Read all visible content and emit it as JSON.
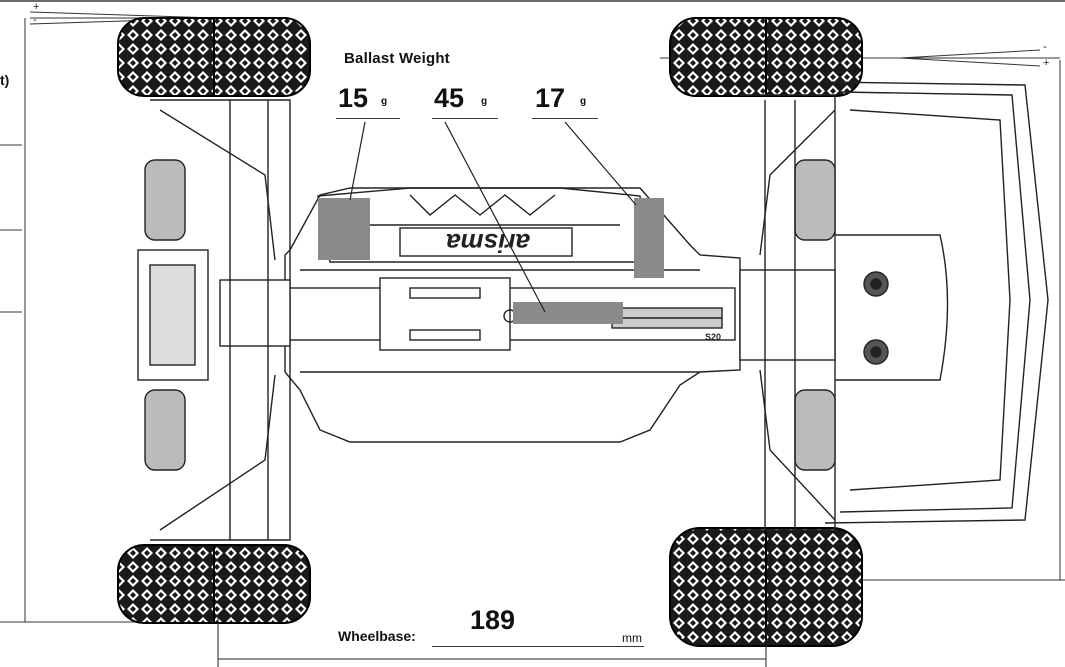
{
  "ballast": {
    "heading": "Ballast Weight",
    "weights": [
      {
        "value": "15",
        "unit": "g"
      },
      {
        "value": "45",
        "unit": "g"
      },
      {
        "value": "17",
        "unit": "g"
      }
    ]
  },
  "wheelbase": {
    "label": "Wheelbase:",
    "value": "189",
    "unit": "mm"
  },
  "left_edge_text": "t)",
  "camber_front_marks": {
    "plus": "+",
    "minus": "-"
  },
  "camber_rear_marks": {
    "plus": "+",
    "minus": "-"
  },
  "chassis_brand_text": "arisma",
  "servo_label": "S20",
  "colors": {
    "line": "#111111",
    "ballast_fill": "#8a8a8a",
    "tire": "#1a1a1a",
    "background": "#ffffff"
  }
}
